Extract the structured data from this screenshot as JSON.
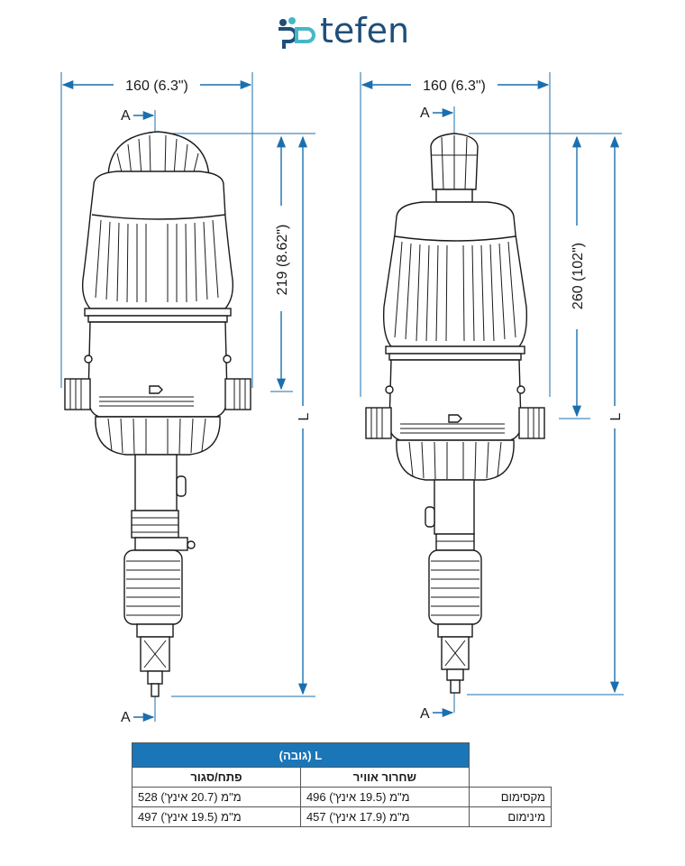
{
  "logo": {
    "brand": "tefen",
    "color": "#1f4e79",
    "mark_colors": [
      "#1f4e79",
      "#45b8c7"
    ]
  },
  "left_view": {
    "width_label": "160 (6.3\")",
    "height_label": "219 (8.62\")",
    "length_label": "L",
    "section_top": "A",
    "section_bottom": "A"
  },
  "right_view": {
    "width_label": "160 (6.3\")",
    "height_label": "260 (102\")",
    "length_label": "L",
    "section_top": "A",
    "section_bottom": "A"
  },
  "table": {
    "title": "L (גובה)",
    "columns": [
      "שחרור אוויר",
      "פתח/סגור"
    ],
    "rows": [
      {
        "label": "מקסימום",
        "values": [
          "496 מ\"מ (19.5 אינץ')",
          "528 מ\"מ (20.7 אינץ')"
        ]
      },
      {
        "label": "מינימום",
        "values": [
          "457 מ\"מ (17.9 אינץ')",
          "497 מ\"מ (19.5 אינץ')"
        ]
      }
    ],
    "header_color": "#1b76b8"
  },
  "colors": {
    "dimension": "#1b6fae",
    "outline": "#1a1a1a"
  }
}
